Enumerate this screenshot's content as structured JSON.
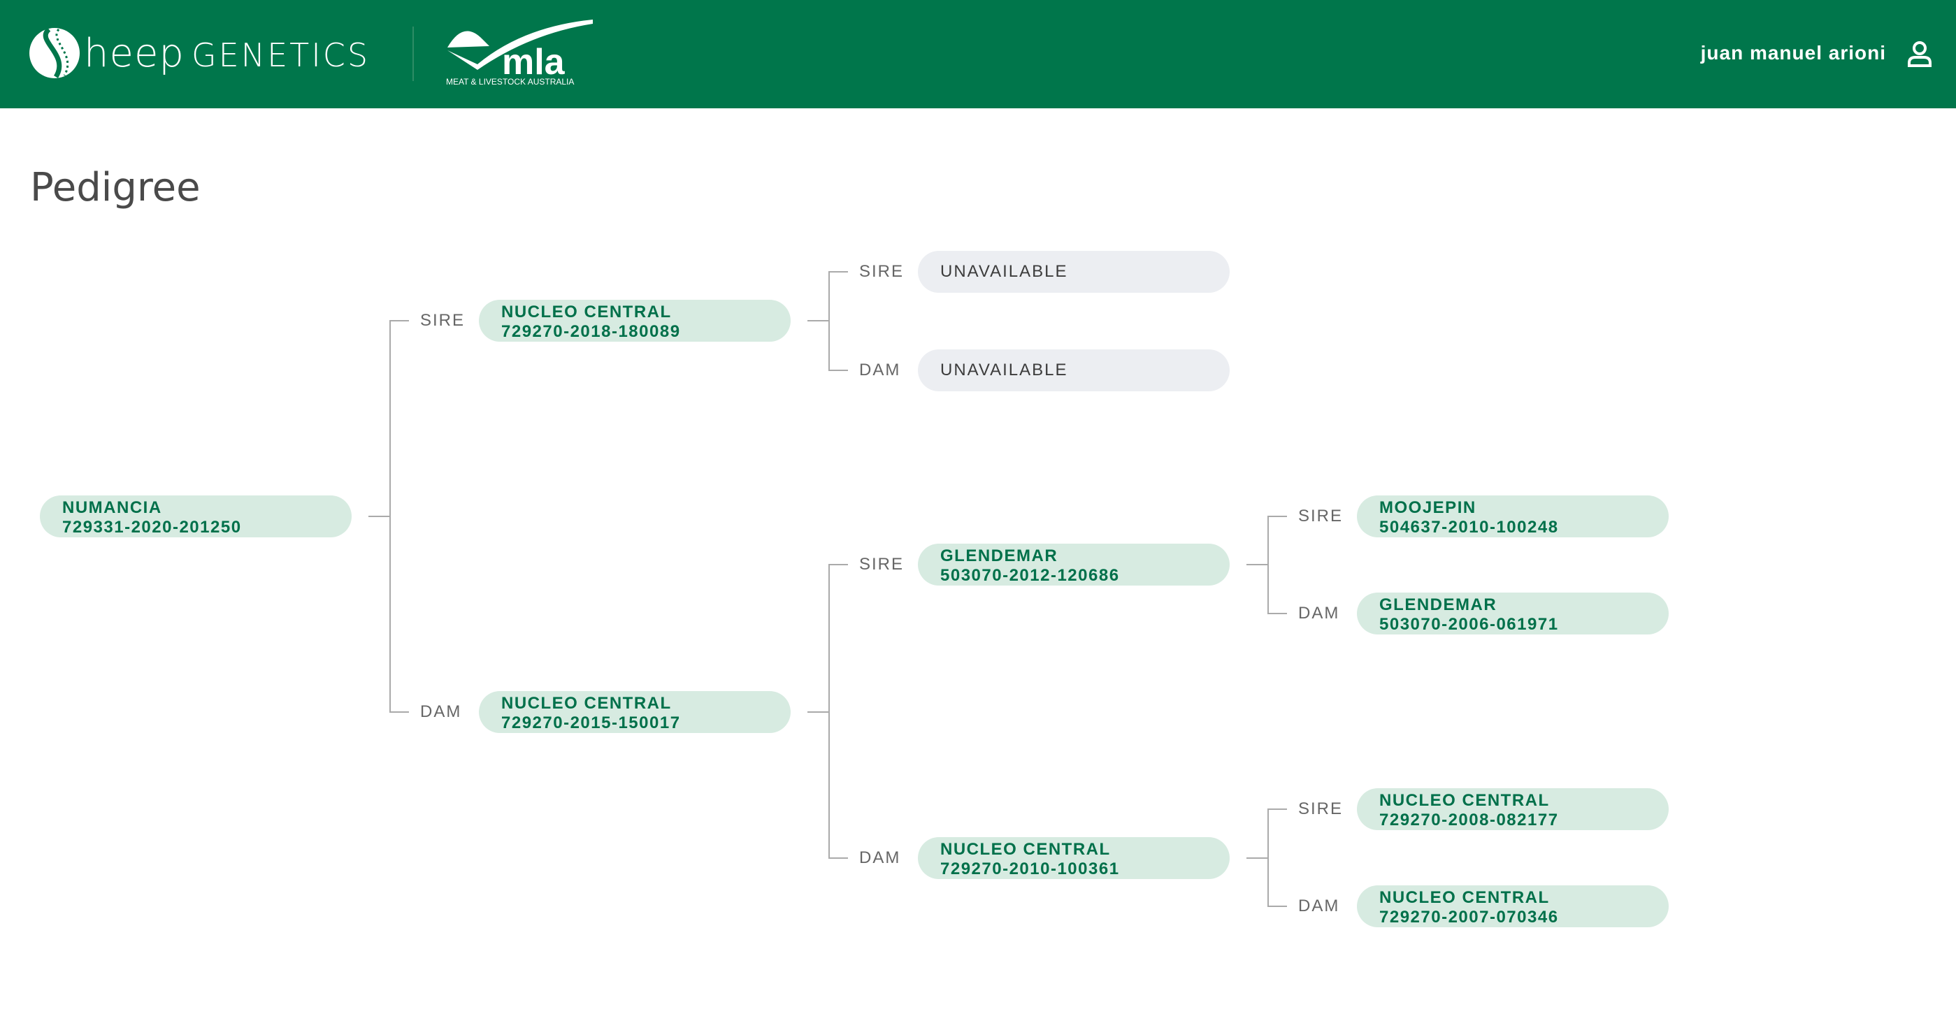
{
  "header": {
    "brand": "heep",
    "brand_caps": "GENETICS",
    "partner_logo": "mla",
    "partner_tagline": "MEAT & LIVESTOCK AUSTRALIA",
    "username": "juan manuel arioni",
    "user_icon": "user-icon"
  },
  "page": {
    "title": "Pedigree"
  },
  "labels": {
    "sire": "SIRE",
    "dam": "DAM"
  },
  "pedigree": {
    "root": {
      "name": "NUMANCIA",
      "id": "729331-2020-201250"
    },
    "s": {
      "name": "NUCLEO CENTRAL",
      "id": "729270-2018-180089"
    },
    "d": {
      "name": "NUCLEO CENTRAL",
      "id": "729270-2015-150017"
    },
    "ss": {
      "name": "UNAVAILABLE",
      "id": "",
      "unavailable": true
    },
    "sd": {
      "name": "UNAVAILABLE",
      "id": "",
      "unavailable": true
    },
    "ds": {
      "name": "GLENDEMAR",
      "id": "503070-2012-120686"
    },
    "dd": {
      "name": "NUCLEO CENTRAL",
      "id": "729270-2010-100361"
    },
    "dss": {
      "name": "MOOJEPIN",
      "id": "504637-2010-100248"
    },
    "dsd": {
      "name": "GLENDEMAR",
      "id": "503070-2006-061971"
    },
    "dds": {
      "name": "NUCLEO CENTRAL",
      "id": "729270-2008-082177"
    },
    "ddd": {
      "name": "NUCLEO CENTRAL",
      "id": "729270-2007-070346"
    }
  }
}
